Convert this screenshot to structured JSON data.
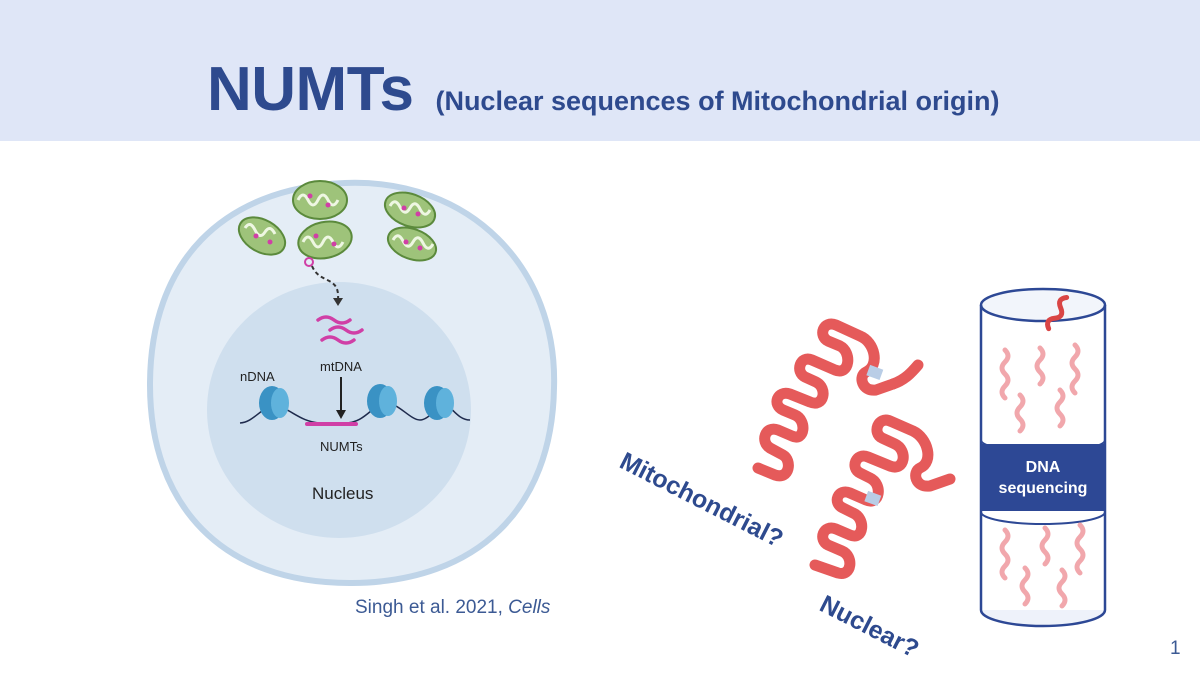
{
  "header": {
    "title_main": "NUMTs",
    "title_sub": "(Nuclear sequences of Mitochondrial origin)"
  },
  "diagram": {
    "label_ndna": "nDNA",
    "label_mtdna": "mtDNA",
    "label_numts": "NUMTs",
    "label_nucleus": "Nucleus"
  },
  "citation": {
    "text": "Singh et al. 2021, ",
    "journal": "Cells"
  },
  "sequencing": {
    "line1": "DNA",
    "line2": "sequencing",
    "label_mito": "Mitochondrial?",
    "label_nuclear": "Nuclear?"
  },
  "page_number": "1",
  "colors": {
    "header_bg": "#dfe6f7",
    "title": "#2e4a8e",
    "cell_fill": "#e4edf6",
    "cell_stroke": "#bfd4e8",
    "nucleus_fill": "#cfdfee",
    "mito_green": "#9ec37a",
    "mtdna_magenta": "#d03fa6",
    "histone_blue": "#3a92c4",
    "dna_red": "#e55a5a",
    "dna_pink": "#f1a7ac",
    "band_blue": "#2d4895"
  }
}
